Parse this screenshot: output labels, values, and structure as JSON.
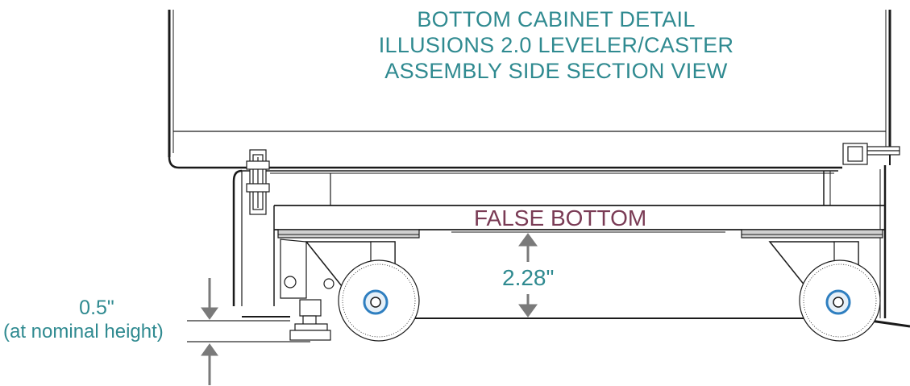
{
  "title": {
    "line1": "BOTTOM CABINET DETAIL",
    "line2": "ILLUSIONS 2.0 LEVELER/CASTER",
    "line3": "ASSEMBLY SIDE SECTION VIEW"
  },
  "labels": {
    "false_bottom": "FALSE BOTTOM",
    "caster_clearance": "2.28\"",
    "leveler_dimension": "0.5\"",
    "leveler_note": "(at nominal height)"
  },
  "colors": {
    "title": "#2f8a90",
    "false_bottom_label": "#7a3b55",
    "dimension_arrows": "#7a7a7a",
    "linework": "#1a1a1a",
    "caster_hub": "#2f7fc0"
  }
}
